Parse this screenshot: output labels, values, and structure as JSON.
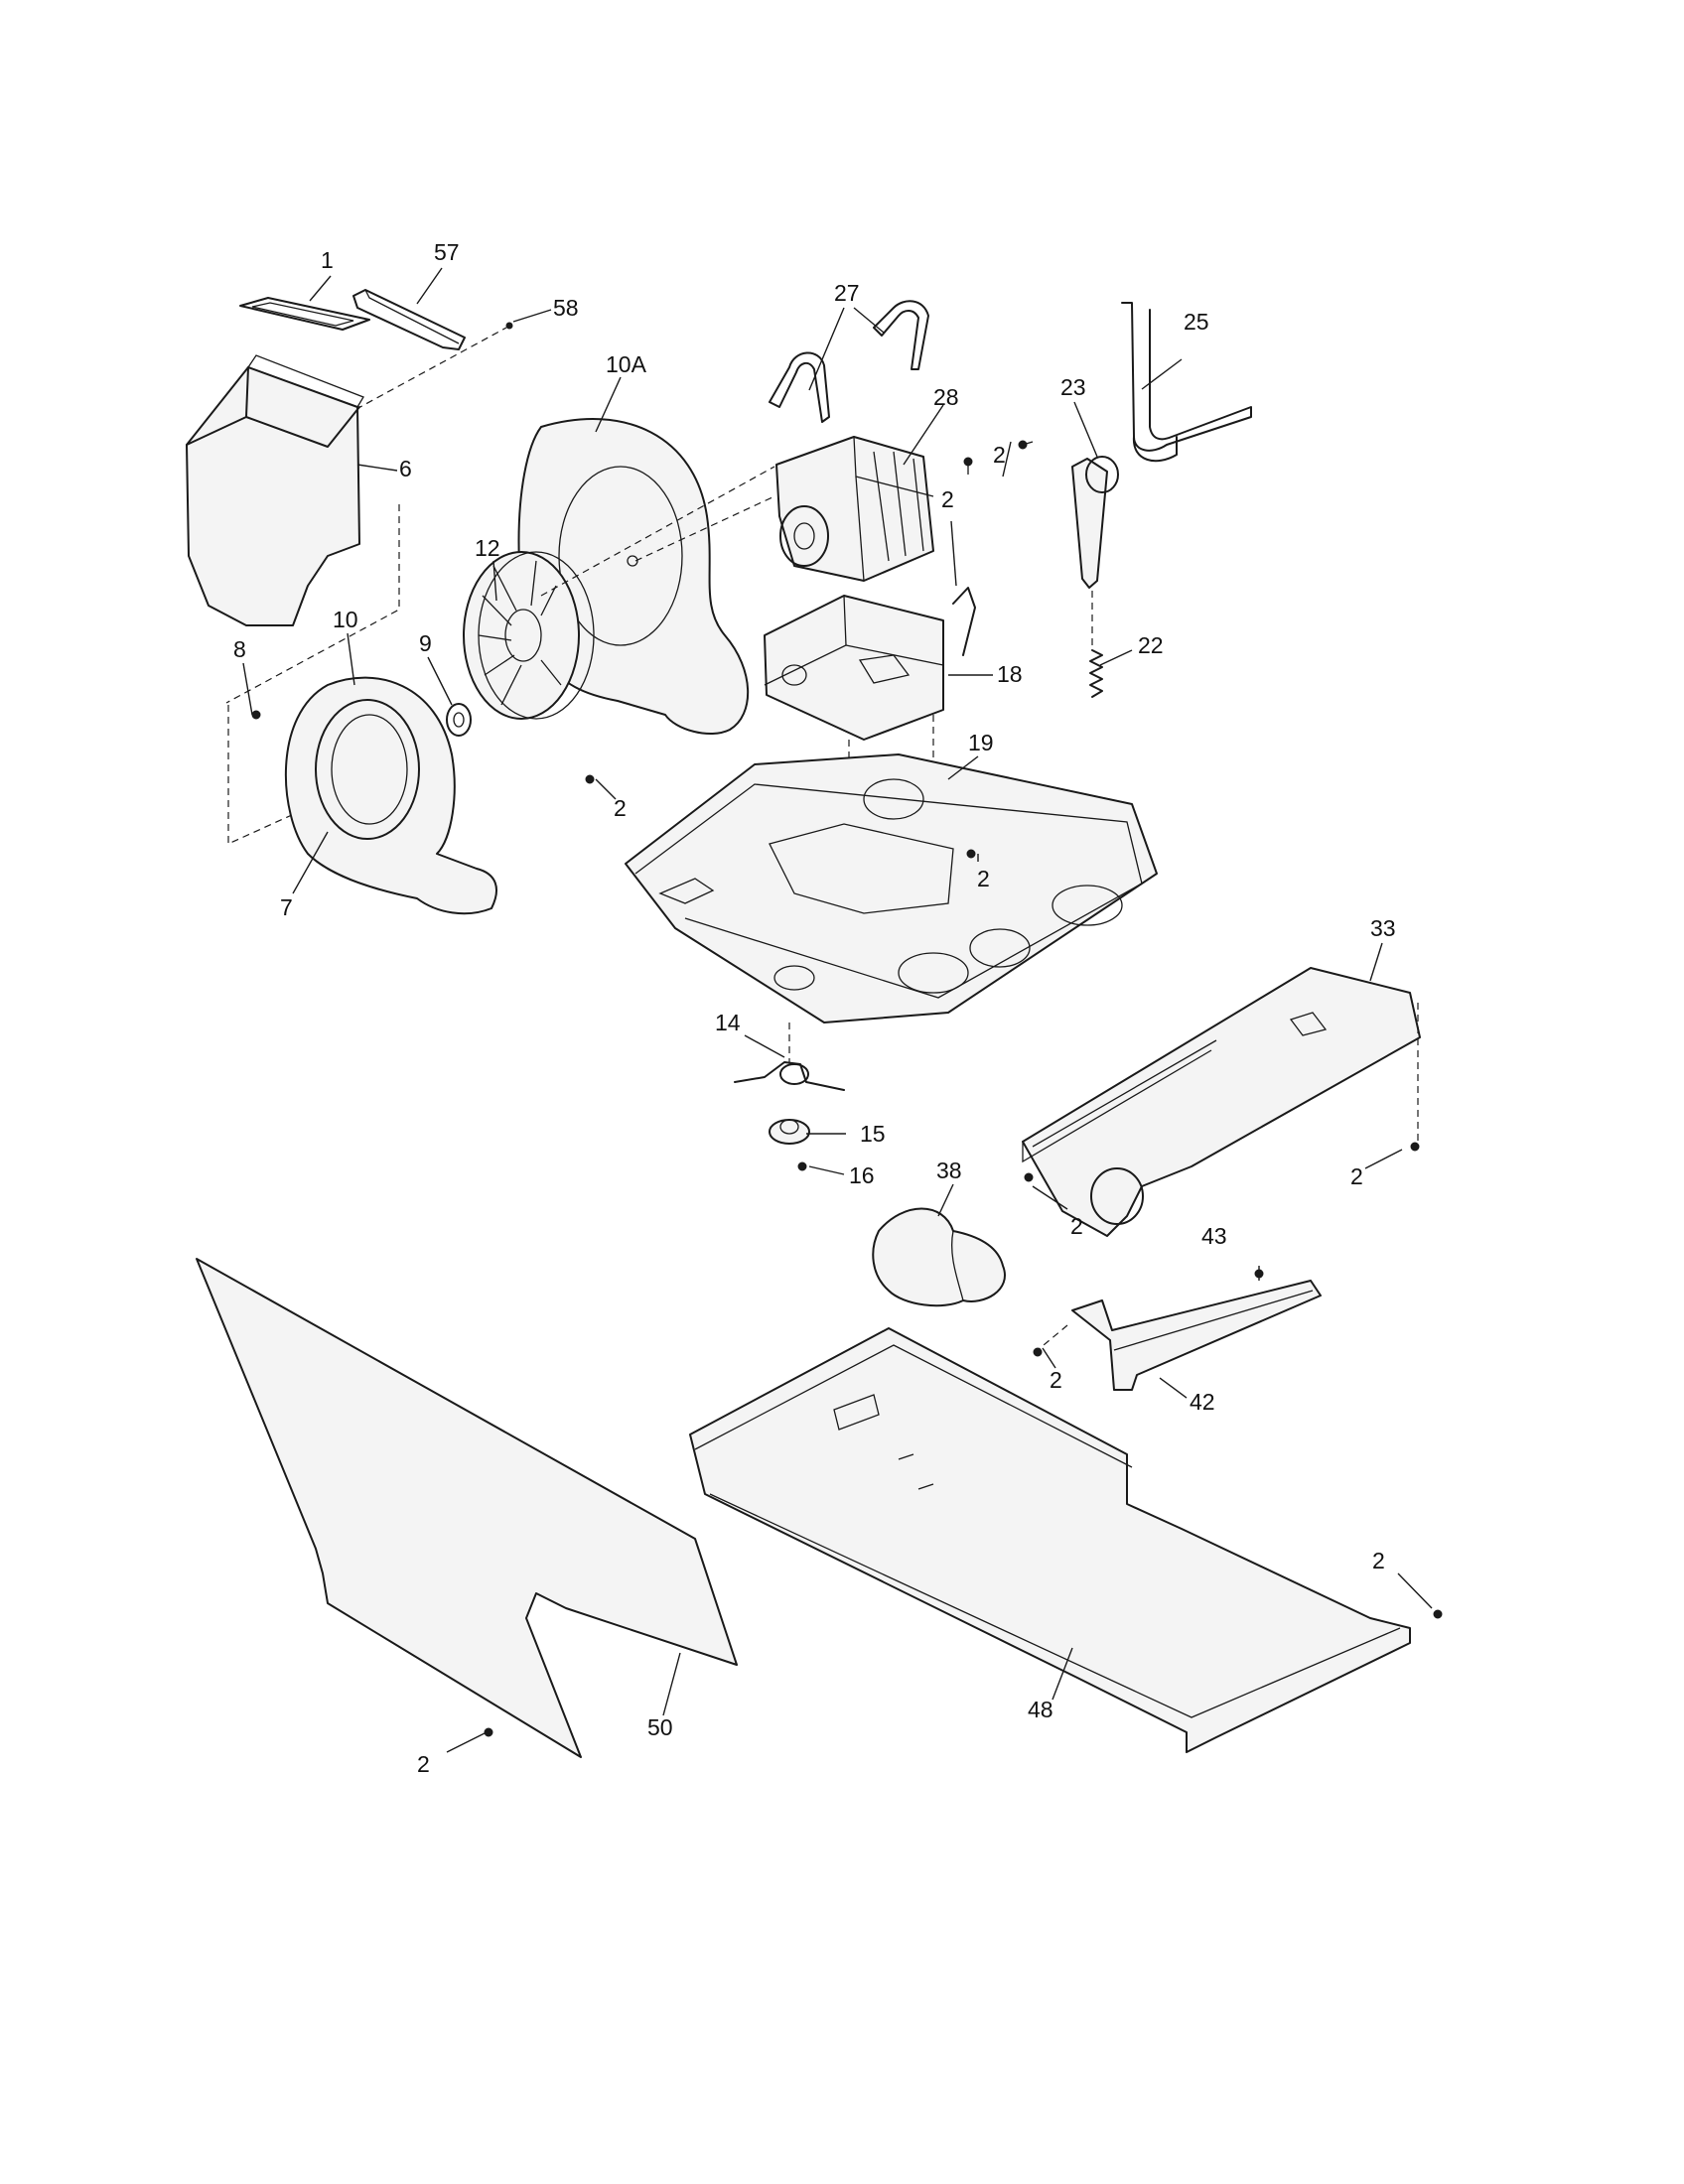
{
  "diagram": {
    "callouts": [
      {
        "key": "c1",
        "label": "1"
      },
      {
        "key": "c57",
        "label": "57"
      },
      {
        "key": "c58",
        "label": "58"
      },
      {
        "key": "c6",
        "label": "6"
      },
      {
        "key": "c10A",
        "label": "10A"
      },
      {
        "key": "c12",
        "label": "12"
      },
      {
        "key": "c10",
        "label": "10"
      },
      {
        "key": "c9",
        "label": "9"
      },
      {
        "key": "c8",
        "label": "8"
      },
      {
        "key": "c7",
        "label": "7"
      },
      {
        "key": "c2a",
        "label": "2"
      },
      {
        "key": "c27",
        "label": "27"
      },
      {
        "key": "c28",
        "label": "28"
      },
      {
        "key": "c2b",
        "label": "2"
      },
      {
        "key": "c2c",
        "label": "2"
      },
      {
        "key": "c18",
        "label": "18"
      },
      {
        "key": "c23",
        "label": "23"
      },
      {
        "key": "c25",
        "label": "25"
      },
      {
        "key": "c22",
        "label": "22"
      },
      {
        "key": "c19",
        "label": "19"
      },
      {
        "key": "c2d",
        "label": "2"
      },
      {
        "key": "c14",
        "label": "14"
      },
      {
        "key": "c15",
        "label": "15"
      },
      {
        "key": "c16",
        "label": "16"
      },
      {
        "key": "c33",
        "label": "33"
      },
      {
        "key": "c38",
        "label": "38"
      },
      {
        "key": "c2e",
        "label": "2"
      },
      {
        "key": "c2f",
        "label": "2"
      },
      {
        "key": "c43",
        "label": "43"
      },
      {
        "key": "c2g",
        "label": "2"
      },
      {
        "key": "c42",
        "label": "42"
      },
      {
        "key": "c48",
        "label": "48"
      },
      {
        "key": "c2h",
        "label": "2"
      },
      {
        "key": "c50",
        "label": "50"
      },
      {
        "key": "c2i",
        "label": "2"
      }
    ]
  }
}
